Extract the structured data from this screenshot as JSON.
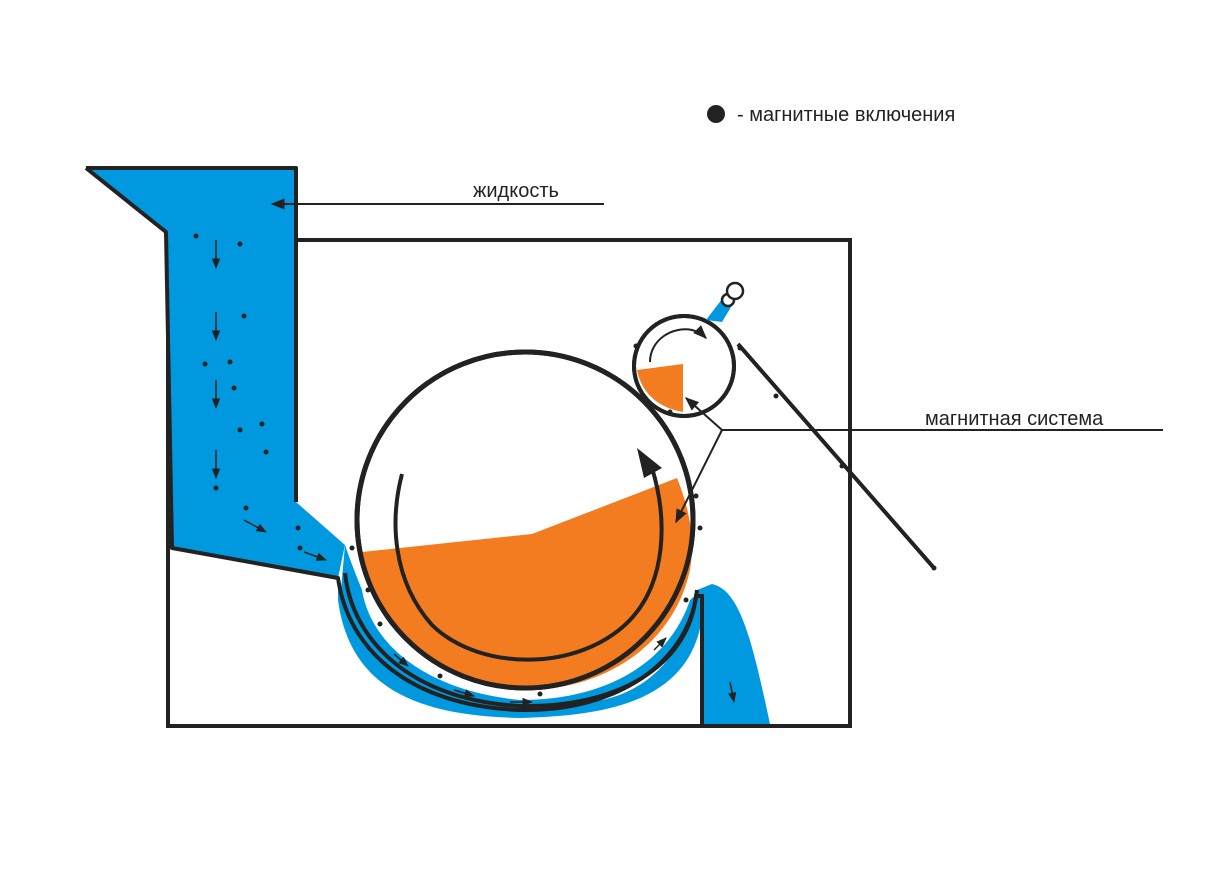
{
  "legend": {
    "text": "- магнитные включения",
    "icon": "filled-dot-icon"
  },
  "labels": {
    "liquid": "жидкость",
    "magnetic_system": "магнитная система"
  },
  "colors": {
    "liquid": "#0099e0",
    "magnet": "#f47c20",
    "outline": "#222222",
    "background": "#ffffff"
  }
}
